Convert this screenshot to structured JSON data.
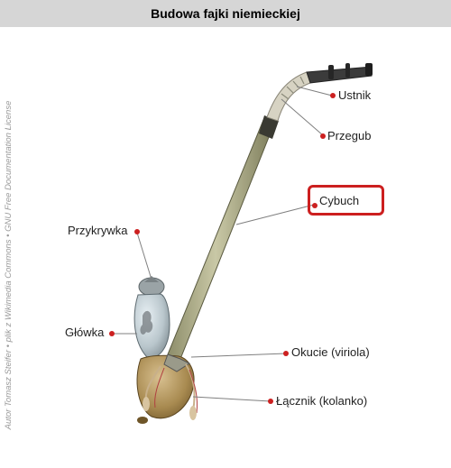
{
  "title": "Budowa fajki niemieckiej",
  "credit": "Autor Tomasz Steifer  •  plik z Wikimedia Commons  •  GNU Free Documentation License",
  "colors": {
    "accent": "#cc2020",
    "title_bar": "#d6d6d6"
  },
  "parts": {
    "ustnik": "Ustnik",
    "przegub": "Przegub",
    "cybuch": "Cybuch",
    "przykrywka": "Przykrywka",
    "glowka": "Główka",
    "okucie": "Okucie (viriola)",
    "lacznik": "Łącznik (kolanko)"
  }
}
